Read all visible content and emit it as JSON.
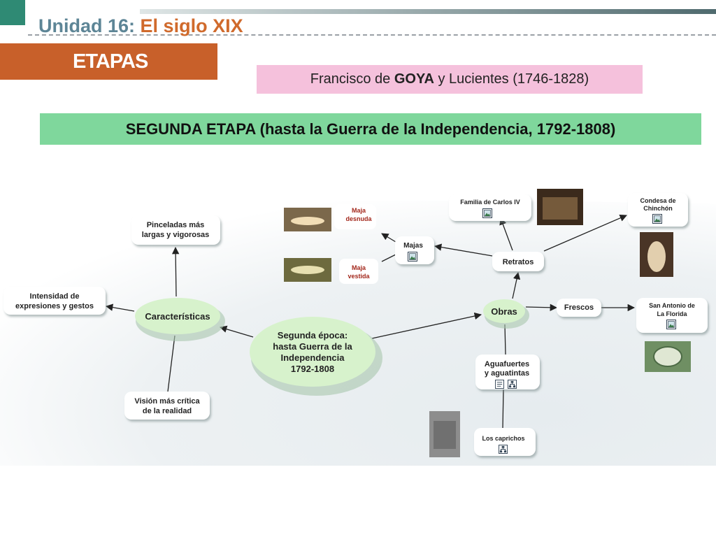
{
  "header": {
    "unit_label": "Unidad 16:",
    "unit_topic": "El siglo XIX",
    "section_title": "ETAPAS"
  },
  "artist": {
    "prefix": "Francisco de",
    "name": "GOYA",
    "suffix": "y Lucientes (1746-1828)"
  },
  "stage_title": "SEGUNDA ETAPA (hasta la Guerra de la Independencia, 1792-1808)",
  "concept_map": {
    "center": [
      "Segunda época:",
      "hasta Guerra de la",
      "Independencia",
      "1792-1808"
    ],
    "characteristics": {
      "label": "Características",
      "items": [
        [
          "Pinceladas más",
          "largas y vigorosas"
        ],
        [
          "Intensidad de",
          "expresiones y gestos"
        ],
        [
          "Visión más crítica",
          "de la realidad"
        ]
      ]
    },
    "works": {
      "label": "Obras",
      "portraits": "Retratos",
      "majas": "Majas",
      "maja_desnuda": [
        "Maja",
        "desnuda"
      ],
      "maja_vestida": [
        "Maja",
        "vestida"
      ],
      "carlos_iv": "Familia de Carlos IV",
      "chinchon": [
        "Condesa de",
        "Chinchón"
      ],
      "frescos": "Frescos",
      "san_antonio": [
        "San Antonio de",
        "La Florida"
      ],
      "aguafuertes": [
        "Aguafuertes",
        "y aguatintas"
      ],
      "caprichos": "Los caprichos"
    }
  },
  "colors": {
    "accent_orange": "#c8602a",
    "teal": "#2f8a74",
    "pink": "#f5c1dc",
    "green_band": "#7fd79c",
    "node_green": "#d7f2cc"
  },
  "icons": [
    "image-icon",
    "document-icon",
    "hierarchy-icon"
  ]
}
